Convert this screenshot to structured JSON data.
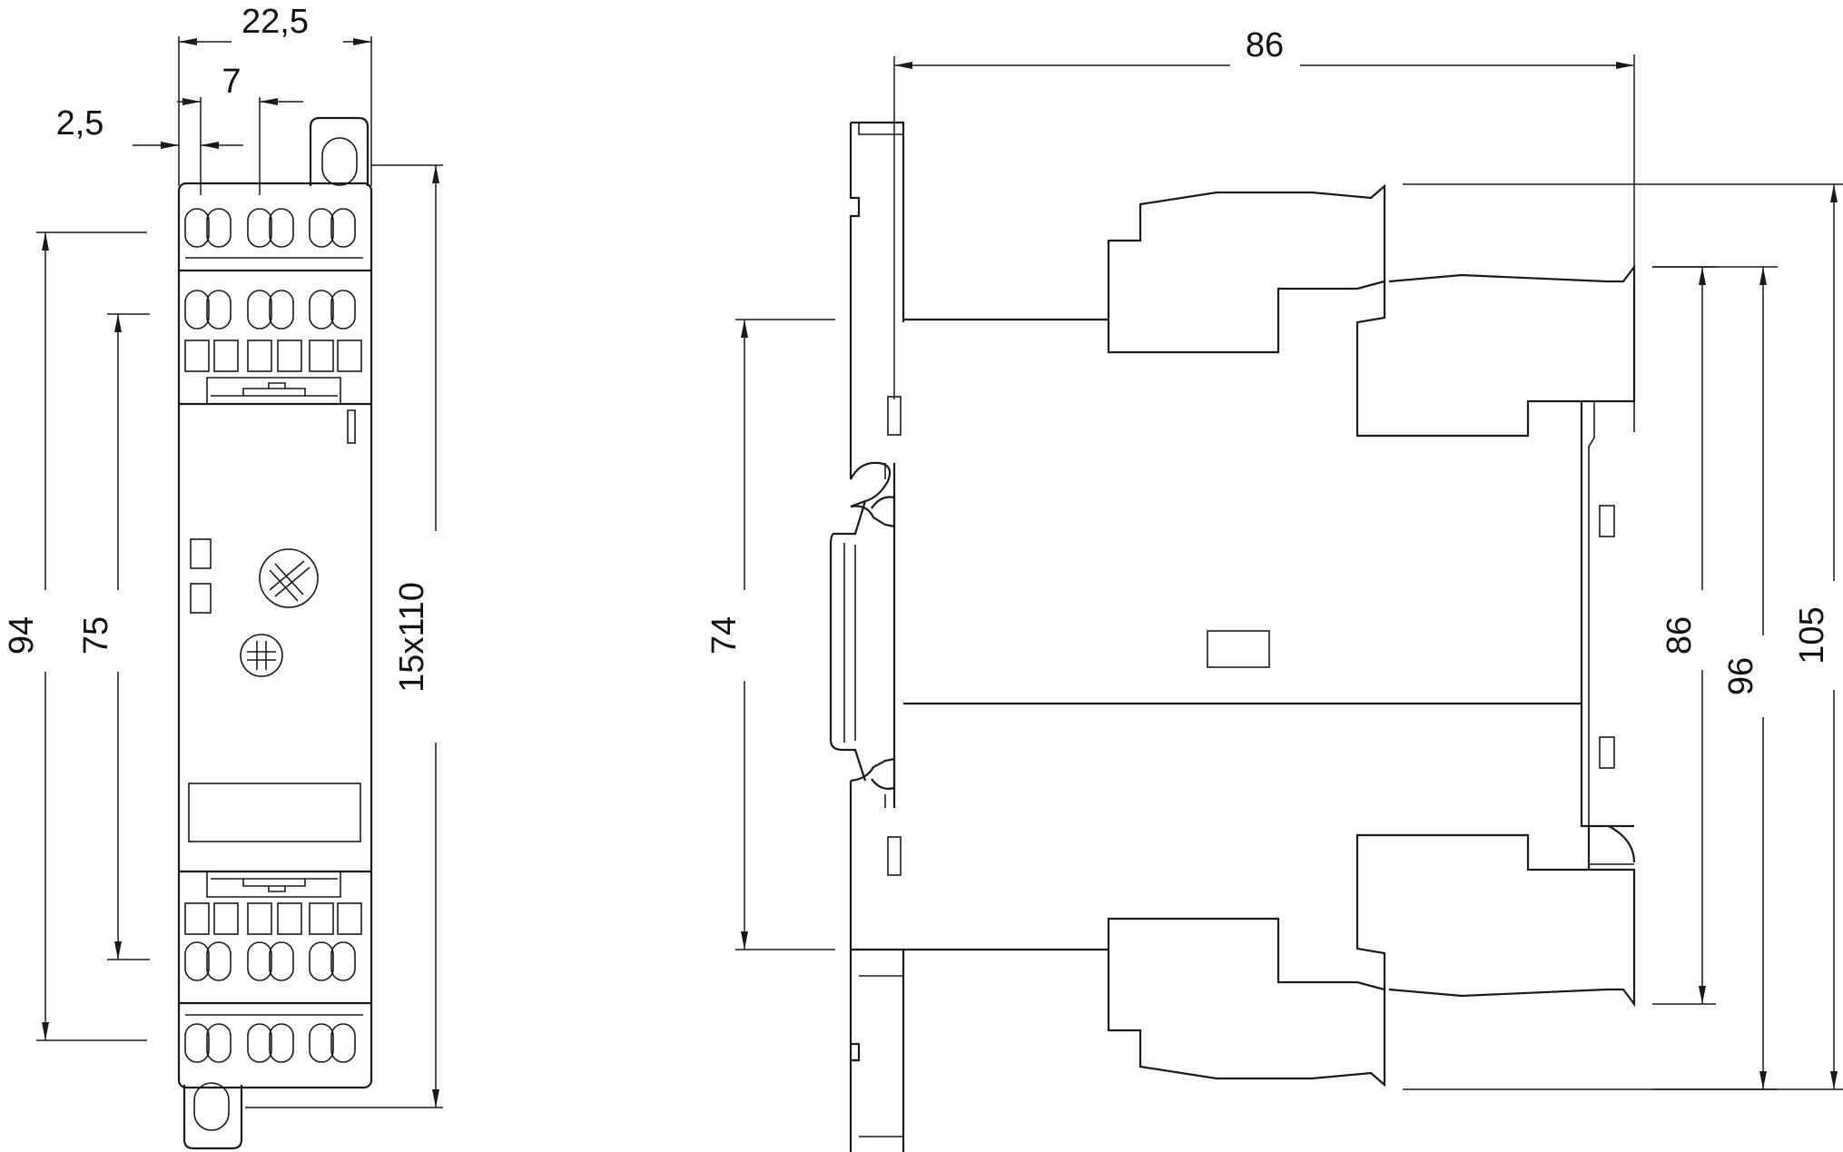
{
  "front_view": {
    "dim_width": "22,5",
    "dim_pitch": "7",
    "dim_offset": "2,5",
    "dim_height_outer": "94",
    "dim_height_inner": "75",
    "dim_rail": "15x110"
  },
  "side_view": {
    "dim_depth": "86",
    "dim_rail_height": "74",
    "dim_height_86": "86",
    "dim_height_96": "96",
    "dim_height_105": "105"
  },
  "colors": {
    "line": "#1a1a1a",
    "background": "#ffffff"
  }
}
